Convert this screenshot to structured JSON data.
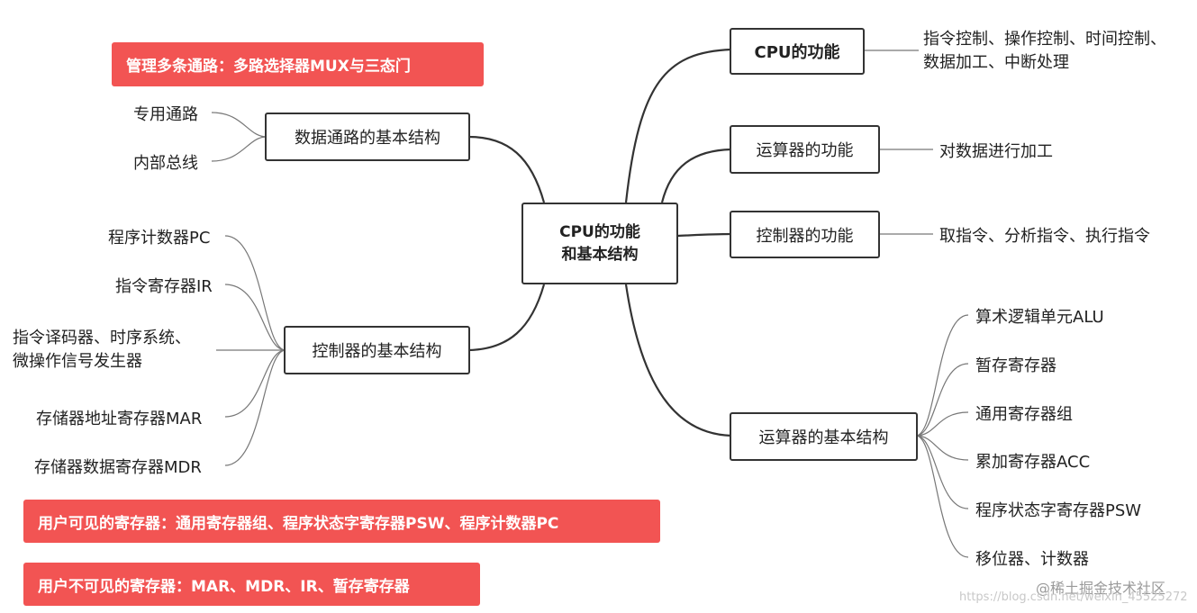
{
  "center": {
    "line1": "CPU的功能",
    "line2": "和基本结构"
  },
  "right_branches": {
    "cpu_func": {
      "label": "CPU的功能",
      "desc1": "指令控制、操作控制、时间控制、",
      "desc2": "数据加工、中断处理"
    },
    "alu_func": {
      "label": "运算器的功能",
      "desc": "对数据进行加工"
    },
    "ctrl_func": {
      "label": "控制器的功能",
      "desc": "取指令、分析指令、执行指令"
    },
    "alu_struct": {
      "label": "运算器的基本结构",
      "items": [
        "算术逻辑单元ALU",
        "暂存寄存器",
        "通用寄存器组",
        "累加寄存器ACC",
        "程序状态字寄存器PSW",
        "移位器、计数器"
      ]
    }
  },
  "left_branches": {
    "datapath": {
      "label": "数据通路的基本结构",
      "items": [
        "专用通路",
        "内部总线"
      ]
    },
    "ctrl_struct": {
      "label": "控制器的基本结构",
      "items": [
        "程序计数器PC",
        "指令寄存器IR",
        "指令译码器、时序系统、",
        "微操作信号发生器",
        "存储器地址寄存器MAR",
        "存储器数据寄存器MDR"
      ]
    }
  },
  "notes": {
    "mux": "管理多条通路：多路选择器MUX与三态门",
    "visible": "用户可见的寄存器：通用寄存器组、程序状态字寄存器PSW、程序计数器PC",
    "invisible": "用户不可见的寄存器：MAR、MDR、IR、暂存寄存器"
  },
  "watermark": {
    "site": "@稀土掘金技术社区",
    "url": "https://blog.csdn.net/weixin_45525272"
  },
  "colors": {
    "note_red": "#f25453",
    "border": "#333333",
    "line": "#333333"
  }
}
